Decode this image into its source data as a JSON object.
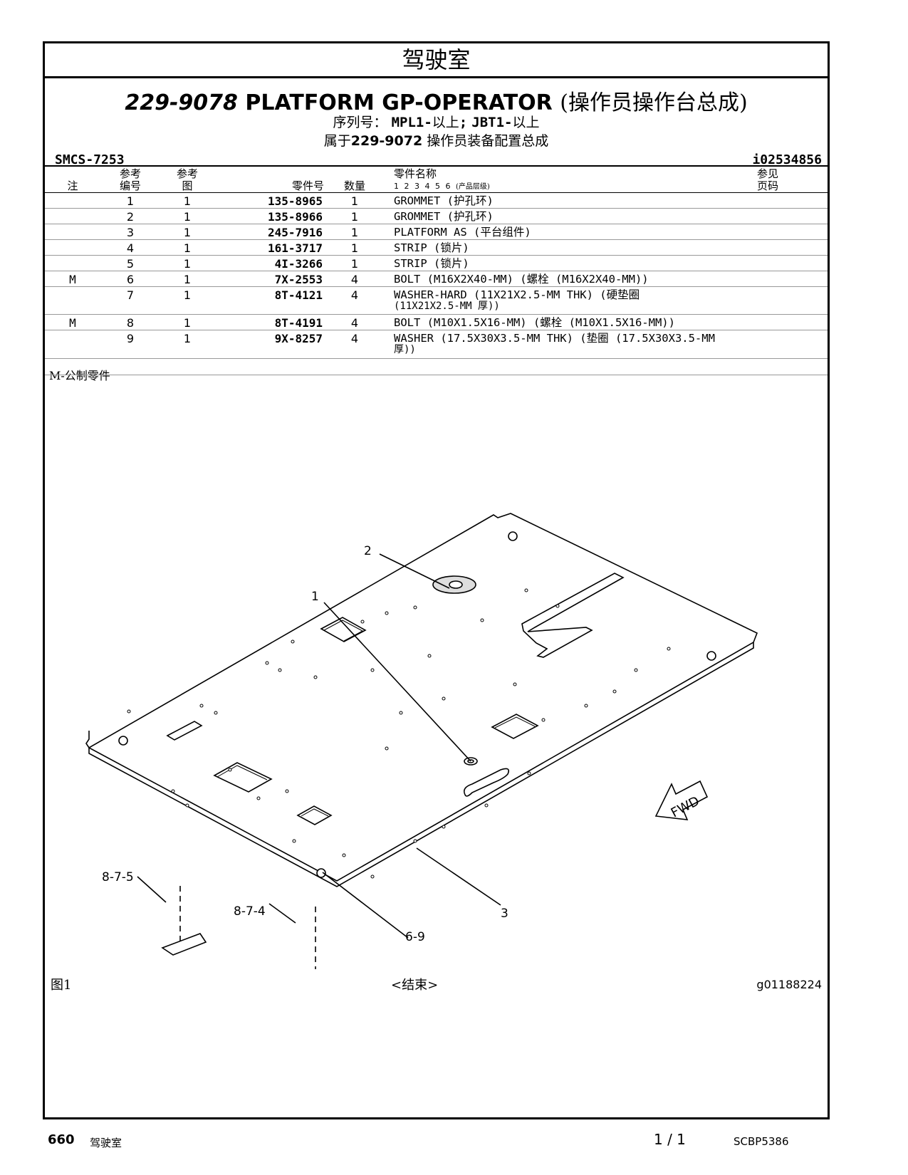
{
  "header": {
    "section": "驾驶室",
    "part_number": "229-9078",
    "title_en": "PLATFORM GP-OPERATOR",
    "title_cn": "(操作员操作台总成)",
    "serial_label": "序列号：",
    "serial_1": "MPL1-",
    "serial_1_suffix": "以上",
    "serial_sep": ";",
    "serial_2": "JBT1-",
    "serial_2_suffix": "以上",
    "belongs_prefix": "属于",
    "belongs_part": "229-9072",
    "belongs_name": "操作员装备配置总成",
    "smcs": "SMCS-7253",
    "illustration_id": "i02534856"
  },
  "table": {
    "col_note": "注",
    "col_ref_1": "参考",
    "col_ref_2": "编号",
    "col_fig_1": "参考",
    "col_fig_2": "图",
    "col_part": "零件号",
    "col_qty": "数量",
    "col_name_1": "零件名称",
    "col_name_2": "1 2 3 4 5 6",
    "col_name_3": "(产品层级)",
    "col_page_1": "参见",
    "col_page_2": "页码",
    "rows": [
      {
        "note": "",
        "ref": "1",
        "fig": "1",
        "part": "135-8965",
        "qty": "1",
        "name": "GROMMET (护孔环)",
        "name2": ""
      },
      {
        "note": "",
        "ref": "2",
        "fig": "1",
        "part": "135-8966",
        "qty": "1",
        "name": "GROMMET (护孔环)",
        "name2": ""
      },
      {
        "note": "",
        "ref": "3",
        "fig": "1",
        "part": "245-7916",
        "qty": "1",
        "name": "PLATFORM AS (平台组件)",
        "name2": ""
      },
      {
        "note": "",
        "ref": "4",
        "fig": "1",
        "part": "161-3717",
        "qty": "1",
        "name": "STRIP (锁片)",
        "name2": ""
      },
      {
        "note": "",
        "ref": "5",
        "fig": "1",
        "part": "4I-3266",
        "qty": "1",
        "name": "STRIP (锁片)",
        "name2": ""
      },
      {
        "note": "M",
        "ref": "6",
        "fig": "1",
        "part": "7X-2553",
        "qty": "4",
        "name": "BOLT (M16X2X40-MM) (螺栓 (M16X2X40-MM))",
        "name2": ""
      },
      {
        "note": "",
        "ref": "7",
        "fig": "1",
        "part": "8T-4121",
        "qty": "4",
        "name": "WASHER-HARD (11X21X2.5-MM THK) (硬垫圈",
        "name2": "(11X21X2.5-MM 厚))"
      },
      {
        "note": "M",
        "ref": "8",
        "fig": "1",
        "part": "8T-4191",
        "qty": "4",
        "name": "BOLT (M10X1.5X16-MM) (螺栓 (M10X1.5X16-MM))",
        "name2": ""
      },
      {
        "note": "",
        "ref": "9",
        "fig": "1",
        "part": "9X-8257",
        "qty": "4",
        "name": "WASHER (17.5X30X3.5-MM THK) (垫圈 (17.5X30X3.5-MM",
        "name2": "厚))"
      }
    ],
    "legend": "M-公制零件"
  },
  "illustration": {
    "callout_1": "1",
    "callout_2": "2",
    "callout_3": "3",
    "callout_6_9": "6-9",
    "callout_8_7_4": "8-7-4",
    "callout_8_7_5": "8-7-5",
    "fwd": "FWD",
    "figure_label": "图1",
    "end_label": "<结束>",
    "graphic_id": "g01188224"
  },
  "footer": {
    "page_number": "660",
    "section": "驾驶室",
    "page_of": "1 / 1",
    "doc_id": "SCBP5386"
  }
}
